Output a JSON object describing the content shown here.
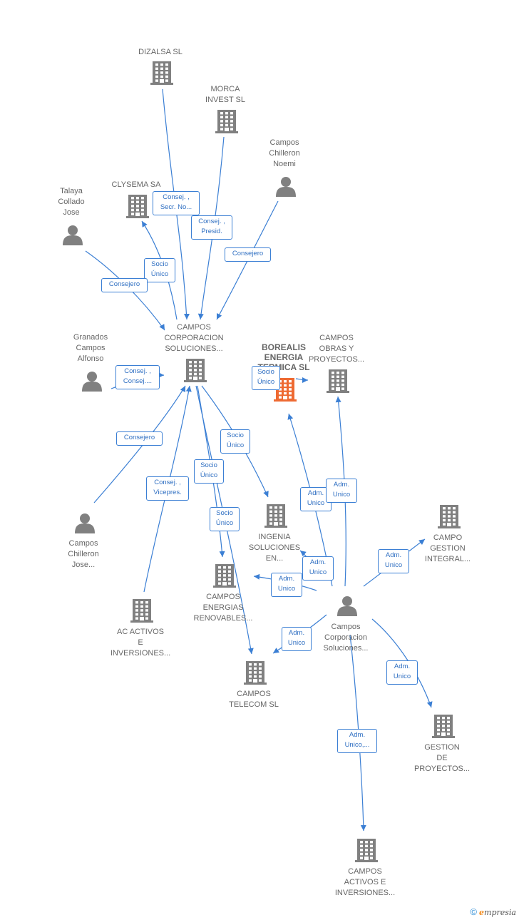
{
  "colors": {
    "edge": "#3b7fd4",
    "node": "#808080",
    "focus": "#ee6a32",
    "label_text": "#666666"
  },
  "nodes": [
    {
      "id": "dizalsa",
      "type": "company",
      "label": "DIZALSA SL"
    },
    {
      "id": "morca",
      "type": "company",
      "label": "MORCA\nINVEST  SL"
    },
    {
      "id": "noemi",
      "type": "person",
      "label": "Campos\nChilleron\nNoemi"
    },
    {
      "id": "clysema",
      "type": "company",
      "label": "CLYSEMA SA"
    },
    {
      "id": "talaya",
      "type": "person",
      "label": "Talaya\nCollado\nJose"
    },
    {
      "id": "corp",
      "type": "company",
      "label": "CAMPOS\nCORPORACION\nSOLUCIONES..."
    },
    {
      "id": "granados",
      "type": "person",
      "label": "Granados\nCampos\nAlfonso"
    },
    {
      "id": "borealis",
      "type": "company",
      "focus": true,
      "label": "BOREALIS\nENERGIA\nTERMICA  SL"
    },
    {
      "id": "obras",
      "type": "company",
      "label": "CAMPOS\nOBRAS Y\nPROYECTOS..."
    },
    {
      "id": "chjose",
      "type": "person",
      "label": "Campos\nChilleron\nJose..."
    },
    {
      "id": "ingenia",
      "type": "company",
      "label": "INGENIA\nSOLUCIONES\nEN..."
    },
    {
      "id": "gestint",
      "type": "company",
      "label": "CAMPO\nGESTION\nINTEGRAL..."
    },
    {
      "id": "energias",
      "type": "company",
      "label": "CAMPOS\nENERGIAS\nRENOVABLES..."
    },
    {
      "id": "ccsol",
      "type": "person",
      "label": "Campos\nCorporacion\nSoluciones..."
    },
    {
      "id": "acactivos",
      "type": "company",
      "label": "AC ACTIVOS\nE\nINVERSIONES..."
    },
    {
      "id": "telecom",
      "type": "company",
      "label": "CAMPOS\nTELECOM   SL"
    },
    {
      "id": "gestproy",
      "type": "company",
      "label": "GESTION\nDE\nPROYECTOS..."
    },
    {
      "id": "activos",
      "type": "company",
      "label": "CAMPOS\nACTIVOS E\nINVERSIONES..."
    }
  ],
  "edges": [
    {
      "from": "dizalsa",
      "to": "corp",
      "label": "Consej. ,\nSecr. No..."
    },
    {
      "from": "morca",
      "to": "corp",
      "label": "Consej. ,\nPresid."
    },
    {
      "from": "noemi",
      "to": "corp",
      "label": "Consejero"
    },
    {
      "from": "corp",
      "to": "clysema",
      "label": "Socio\nÚnico"
    },
    {
      "from": "talaya",
      "to": "corp",
      "label": "Consejero"
    },
    {
      "from": "granados",
      "to": "corp",
      "label": "Consej. ,\nConsej...."
    },
    {
      "from": "chjose",
      "to": "corp",
      "label": "Consejero"
    },
    {
      "from": "acactivos",
      "to": "corp",
      "label": "Consej. ,\nVicepres."
    },
    {
      "from": "corp",
      "to": "ingenia",
      "label": "Socio\nÚnico"
    },
    {
      "from": "corp",
      "to": "energias",
      "label": "Socio\nÚnico"
    },
    {
      "from": "corp",
      "to": "telecom",
      "label": "Socio\nÚnico"
    },
    {
      "from": "borealis",
      "to": "obras",
      "label": "Socio\nÚnico"
    },
    {
      "from": "ccsol",
      "to": "borealis",
      "label": "Adm.\nUnico"
    },
    {
      "from": "ccsol",
      "to": "obras",
      "label": "Adm.\nUnico"
    },
    {
      "from": "ccsol",
      "to": "ingenia",
      "label": "Adm.\nUnico"
    },
    {
      "from": "ccsol",
      "to": "energias",
      "label": "Adm.\nUnico"
    },
    {
      "from": "ccsol",
      "to": "gestint",
      "label": "Adm.\nUnico"
    },
    {
      "from": "ccsol",
      "to": "telecom",
      "label": "Adm.\nUnico"
    },
    {
      "from": "ccsol",
      "to": "gestproy",
      "label": "Adm.\nUnico"
    },
    {
      "from": "ccsol",
      "to": "activos",
      "label": "Adm.\nUnico,..."
    }
  ],
  "footer": {
    "copyright": "©",
    "brand_initial": "e",
    "brand_rest": "mpresia"
  }
}
